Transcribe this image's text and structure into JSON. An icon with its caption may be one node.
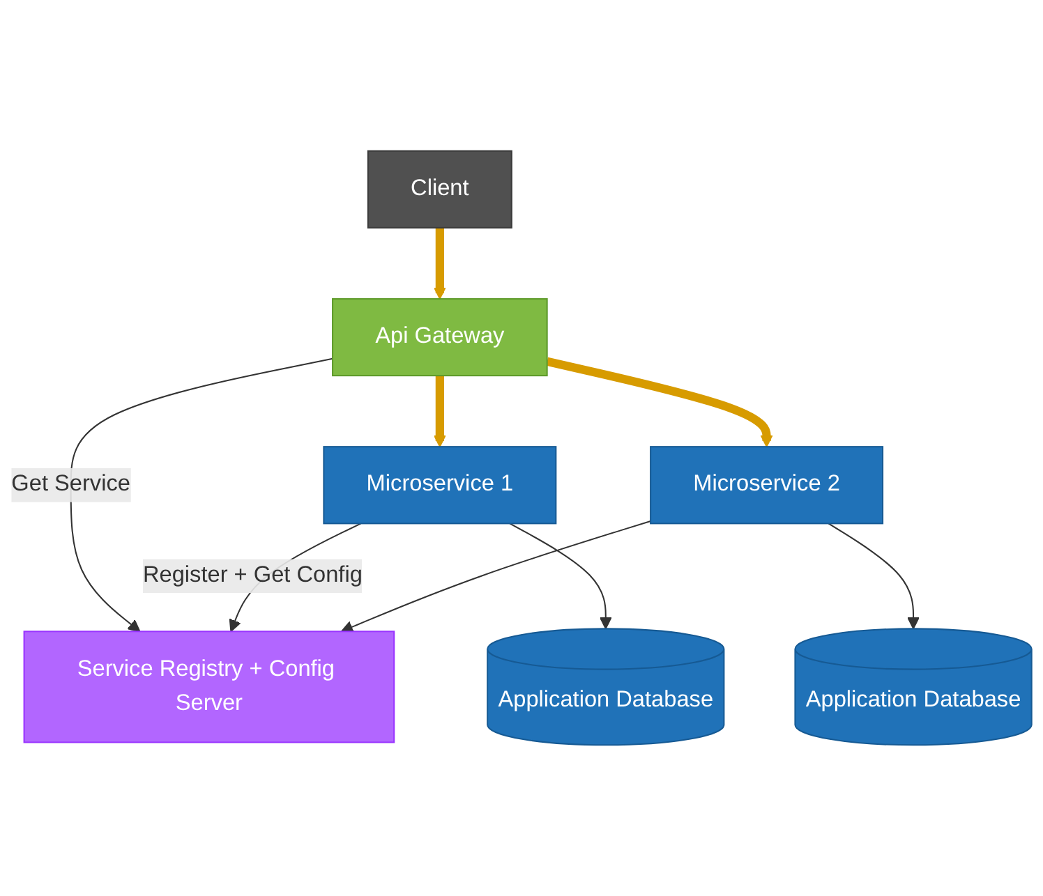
{
  "diagram": {
    "nodes": [
      {
        "text": [
          "Client"
        ]
      },
      {
        "text": [
          "Service Registry + Config Server"
        ]
      },
      {
        "text": [
          "Api Gateway"
        ]
      },
      {
        "text": [
          "Microservice 1"
        ]
      },
      {
        "text": [
          "Microservice 2"
        ]
      },
      {
        "text": [
          "Application Database"
        ]
      },
      {
        "text": [
          "Application Database"
        ]
      }
    ],
    "edges": [
      {
        "from": 0,
        "to": 2,
        "arrow": "to",
        "style": "thick",
        "color": "#d79b00"
      },
      {
        "from": 2,
        "to": 3,
        "arrow": "to",
        "style": "thick",
        "color": "#d79b00"
      },
      {
        "from": 2,
        "to": 4,
        "arrow": "to",
        "style": "thick",
        "color": "#d79b00"
      },
      {
        "from": 2,
        "to": 1,
        "arrow": "to",
        "label": "Get Service"
      },
      {
        "from": 3,
        "to": 1,
        "arrow": "to",
        "label": "Register + Get Config"
      },
      {
        "from": 4,
        "to": 1,
        "arrow": "to"
      },
      {
        "from": 3,
        "to": 5,
        "arrow": "to"
      },
      {
        "from": 4,
        "to": 6,
        "arrow": "to"
      }
    ]
  }
}
